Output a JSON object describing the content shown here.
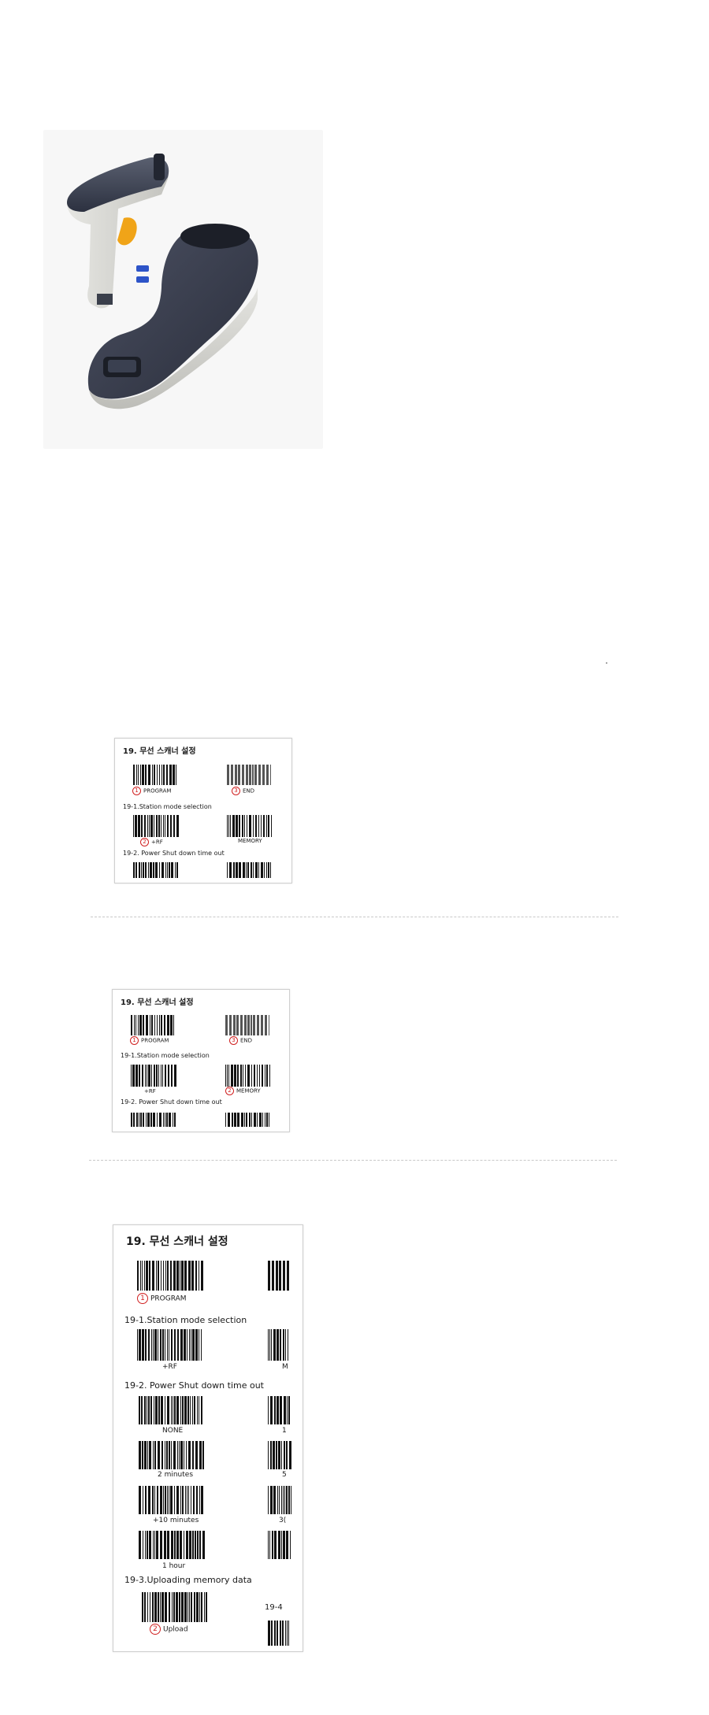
{
  "card1": {
    "title": "19. 무선 스캐너 설정",
    "program": "PROGRAM",
    "program_num": "1",
    "end": "END",
    "end_num": "3",
    "station_heading": "19-1.Station mode selection",
    "rf": "+RF",
    "rf_num": "2",
    "memory": "MEMORY",
    "power_heading": "19-2. Power Shut down time out"
  },
  "card2": {
    "title": "19. 무선 스캐너 설정",
    "program": "PROGRAM",
    "program_num": "1",
    "end": "END",
    "end_num": "3",
    "station_heading": "19-1.Station mode selection",
    "rf": "+RF",
    "memory": "MEMORY",
    "memory_num": "2",
    "power_heading": "19-2. Power Shut down time out"
  },
  "card3": {
    "title": "19. 무선 스캐너 설정",
    "program": "PROGRAM",
    "program_num": "1",
    "station_heading": "19-1.Station mode selection",
    "rf": "+RF",
    "rf_right": "M",
    "power_heading": "19-2. Power Shut down time out",
    "none": "NONE",
    "none_right": "1",
    "two_min": "2 minutes",
    "two_min_right": "5",
    "ten_min": "+10 minutes",
    "ten_min_right": "3(",
    "one_hour": "1 hour",
    "upload_heading": "19-3.Uploading memory data",
    "upload": "Upload",
    "upload_num": "2",
    "upload_right": "19-4"
  }
}
